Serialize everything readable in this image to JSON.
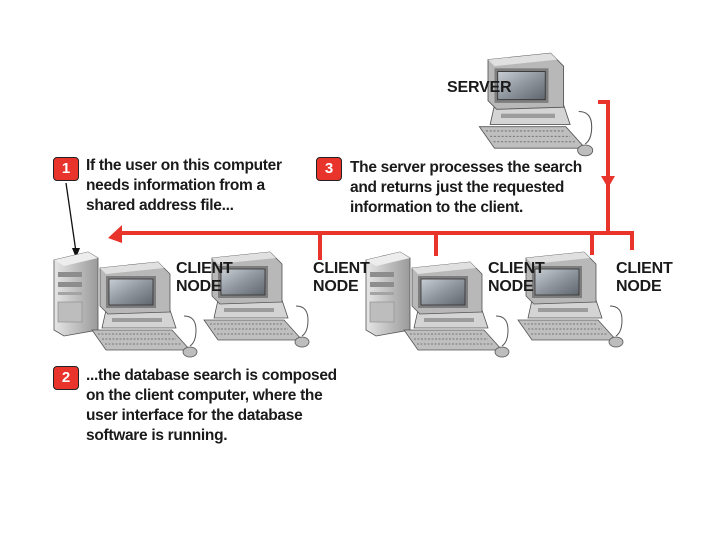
{
  "server": {
    "label": "SERVER"
  },
  "clients": [
    {
      "label": "CLIENT\nNODE"
    },
    {
      "label": "CLIENT\nNODE"
    },
    {
      "label": "CLIENT\nNODE"
    },
    {
      "label": "CLIENT\nNODE"
    }
  ],
  "steps": [
    {
      "number": "1",
      "lines": [
        "If the user on this computer",
        "needs information from a",
        "shared address file..."
      ]
    },
    {
      "number": "2",
      "lines": [
        "...the database search is composed",
        "on the client computer, where the",
        "user interface for the database",
        "software is running."
      ]
    },
    {
      "number": "3",
      "lines": [
        "The server processes the search",
        "and returns just the requested",
        "information to the client."
      ]
    }
  ],
  "colors": {
    "network": "#e8342a",
    "badge": "#e8342a",
    "text": "#1a1a1a"
  }
}
